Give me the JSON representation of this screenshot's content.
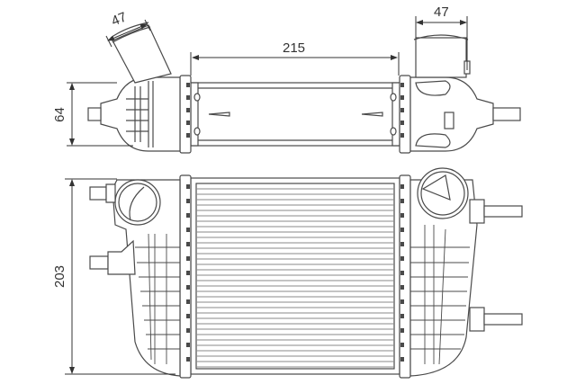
{
  "drawing": {
    "subject": "intercooler",
    "line_color": "#4a4a4a",
    "fill_color": "#ffffff",
    "core_line_color": "#8a8a8a",
    "views": [
      "top-view",
      "front-view"
    ]
  },
  "dimensions": {
    "inlet_width_left": "47",
    "inlet_width_right": "47",
    "core_length": "215",
    "top_view_height": "64",
    "overall_height": "203"
  }
}
